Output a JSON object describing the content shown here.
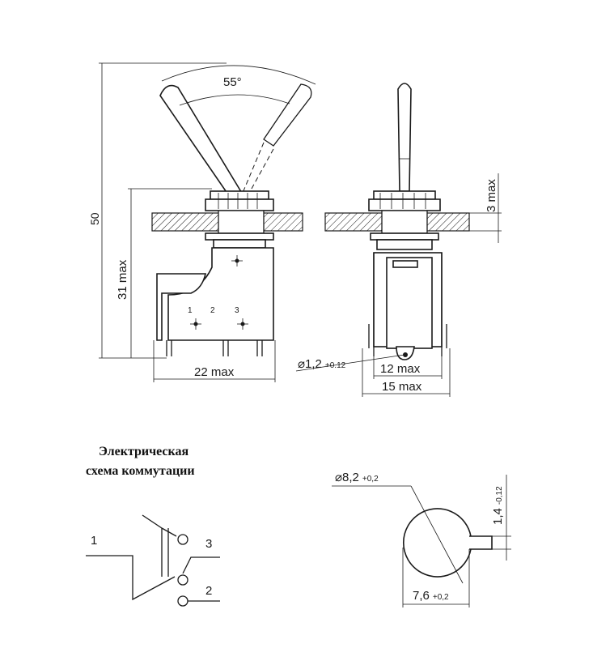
{
  "angle_label": "55°",
  "dim_overall_height": "50",
  "dim_height_max": "31 max",
  "dim_width_side": "22 max",
  "dim_panel": "3 max",
  "dim_inner_width": "12 max",
  "dim_outer_width": "15 max",
  "dim_pin": {
    "symbol": "⌀",
    "value": "1,2",
    "tol": "+0.12"
  },
  "terminals_side": [
    "1",
    "2",
    "3"
  ],
  "schematic": {
    "title_line1": "Электрическая",
    "title_line2": "схема коммутации",
    "terminals": [
      "1",
      "3",
      "2"
    ]
  },
  "cutout": {
    "diameter": {
      "symbol": "⌀",
      "value": "8,2",
      "tol": "+0,2"
    },
    "flat": {
      "value": "7,6",
      "tol": "+0,2"
    },
    "key": {
      "value": "1,4",
      "tol": "-0,12"
    }
  }
}
